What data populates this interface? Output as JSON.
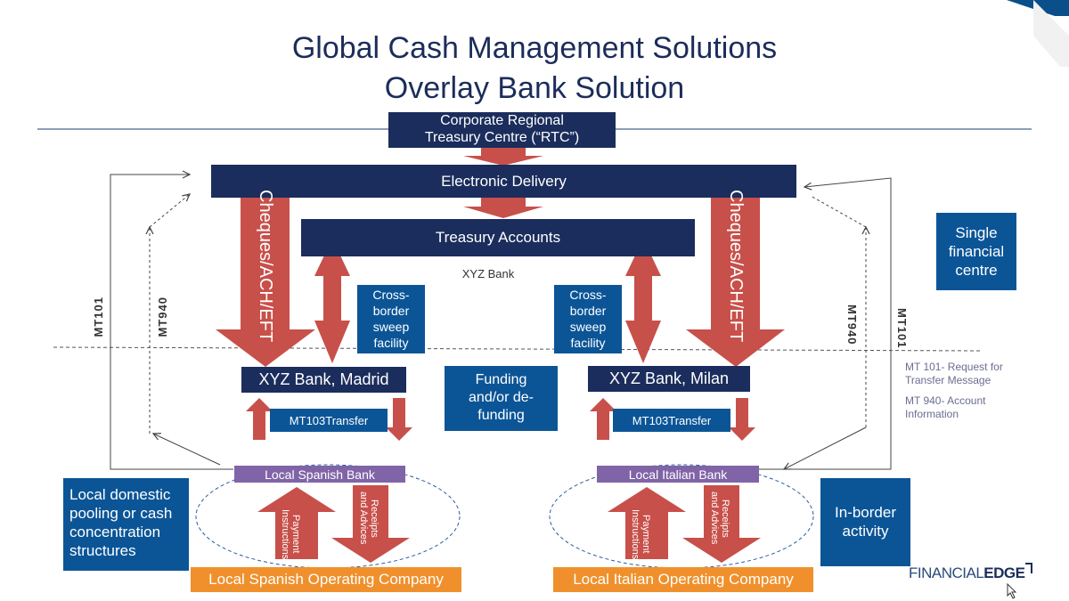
{
  "title_line1": "Global Cash Management Solutions",
  "title_line2": "Overlay Bank Solution",
  "rtc": {
    "line1": "Corporate Regional",
    "line2": "Treasury Centre (“RTC”)"
  },
  "electronic_delivery": "Electronic Delivery",
  "treasury_accounts": "Treasury Accounts",
  "xyz_bank": "XYZ Bank",
  "cheques_left": "Cheques/ACH/EFT",
  "cheques_right": "Cheques/ACH/EFT",
  "cross_border_left": [
    "Cross-",
    "border",
    "sweep",
    "facility"
  ],
  "cross_border_right": [
    "Cross-",
    "border",
    "sweep",
    "facility"
  ],
  "xyz_madrid": "XYZ Bank, Madrid",
  "xyz_milan": "XYZ Bank, Milan",
  "funding": [
    "Funding",
    "and/or de-",
    "funding"
  ],
  "mt103_left": "MT103Transfer",
  "mt103_right": "MT103Transfer",
  "local_spanish_bank": "Local Spanish Bank",
  "local_italian_bank": "Local Italian Bank",
  "payment_instructions": [
    "Payment",
    "Instructions"
  ],
  "receipts_advices": [
    "Receipts",
    "and Advices"
  ],
  "payment_instructions_r": [
    "Payment",
    "Instructions"
  ],
  "receipts_advices_r": [
    "Receipts",
    "and Advices"
  ],
  "local_spanish_company": "Local Spanish Operating Company",
  "local_italian_company": "Local Italian Operating Company",
  "local_domestic": [
    "Local domestic",
    "pooling or cash",
    "concentration",
    "structures"
  ],
  "single_financial": [
    "Single",
    "financial",
    "centre"
  ],
  "in_border": [
    "In-border",
    "activity"
  ],
  "mt101_left": "MT101",
  "mt940_left": "MT940",
  "mt940_right": "MT940",
  "mt101_right": "MT101",
  "note_mt101": [
    "MT 101- Request for",
    "Transfer Message"
  ],
  "note_mt940": [
    "MT 940- Account",
    "Information"
  ],
  "logo": {
    "part1": "FINANCIAL",
    "part2": "EDGE"
  },
  "colors": {
    "navy": "#1b2d5c",
    "blue": "#0b5597",
    "red": "#c8504a",
    "purple": "#8064a7",
    "orange": "#f0902c"
  }
}
